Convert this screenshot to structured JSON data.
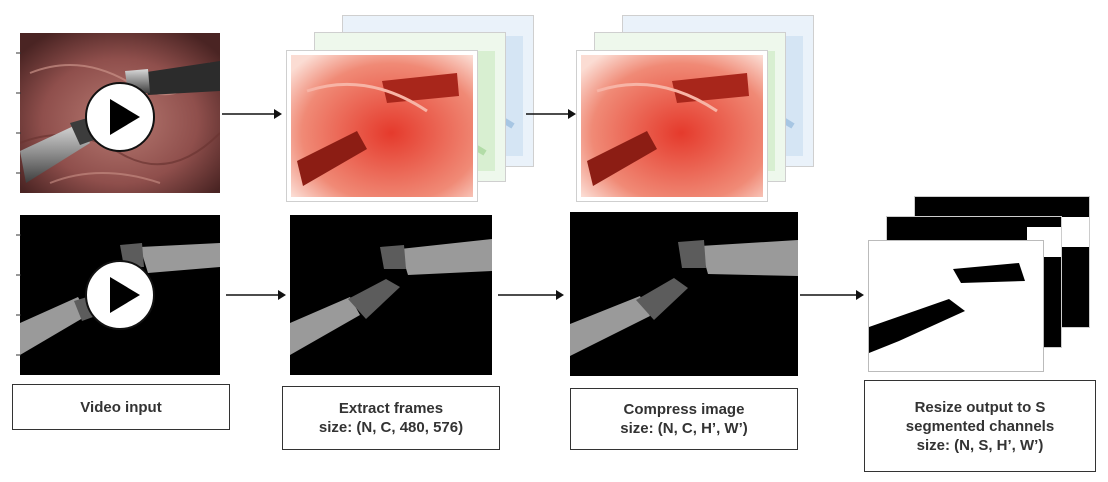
{
  "stages": {
    "video_input": {
      "lines": [
        "Video input"
      ]
    },
    "extract_frames": {
      "lines": [
        "Extract frames",
        "size: (N, C, 480, 576)"
      ]
    },
    "compress_image": {
      "lines": [
        "Compress image",
        "size: (N, C, H’, W’)"
      ]
    },
    "resize_output": {
      "lines": [
        "Resize output to S",
        "segmented channels",
        "size: (N, S, H’, W’)"
      ]
    }
  },
  "colors": {
    "channel_red": "#e53a2c",
    "channel_green": "#bfe3b8",
    "channel_blue": "#bcd6ec",
    "mask_background": "#000000",
    "instrument_shaft": "#9a9a9a",
    "instrument_joint": "#5c5c5c"
  },
  "icons": {
    "play": "play-icon"
  }
}
